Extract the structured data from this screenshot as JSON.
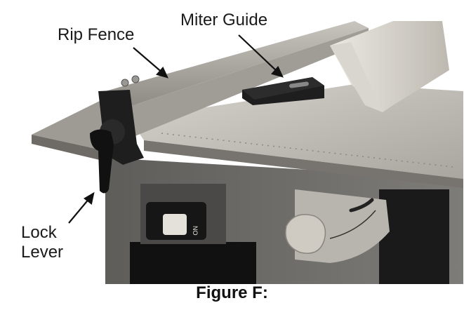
{
  "figure": {
    "caption": "Figure F:",
    "callouts": {
      "rip_fence": "Rip Fence",
      "miter_guide": "Miter Guide",
      "lock_lever_line1": "Lock",
      "lock_lever_line2": "Lever"
    },
    "switch_label": "NO"
  },
  "colors": {
    "background": "#ffffff",
    "table_top": "#b9b6b0",
    "cabinet": "#6b6a67",
    "fence": "#a8a59f",
    "knob_and_lever": "#1c1c1c",
    "text": "#111111"
  }
}
